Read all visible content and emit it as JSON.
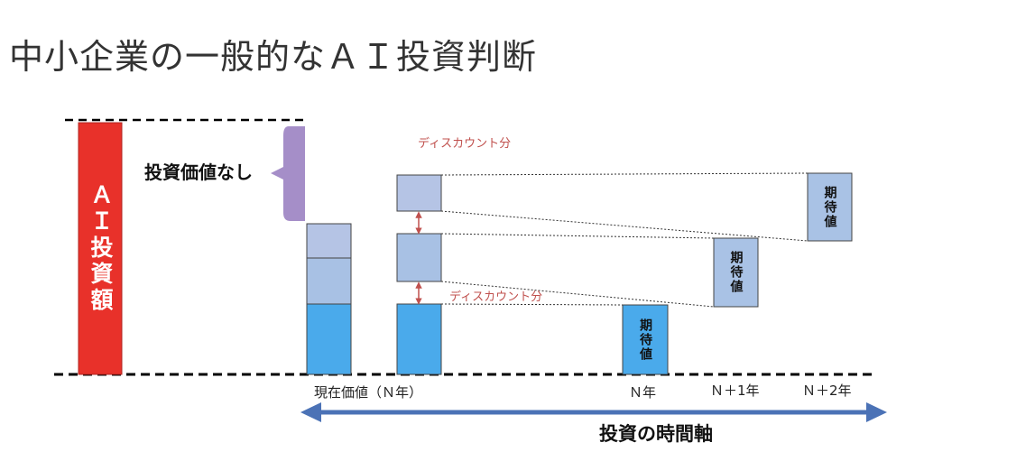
{
  "title": "中小企業の一般的なＡＩ投資判断",
  "ai_investment_label": "ＡＩ投資額",
  "no_investment_value_label": "投資価値なし",
  "discount_labels": [
    "ディスカウント分",
    "ディスカウント分"
  ],
  "expected_value_label": "期待値",
  "time_labels": {
    "present_value": "現在価値（Ｎ年）",
    "n": "Ｎ年",
    "n1": "Ｎ＋1年",
    "n2": "Ｎ＋2年"
  },
  "axis_label": "投資の時間軸",
  "colors": {
    "ai_bar": "#e8312a",
    "bracket": "#a58ec8",
    "box_light": "#b5c4e5",
    "box_mid": "#a8c1e4",
    "box_dark": "#4aaaeb",
    "expected_box": "#a9c2e5",
    "discount_arrow": "#c0504d",
    "time_arrow": "#4b72b6",
    "discount_text": "#c0504d"
  }
}
